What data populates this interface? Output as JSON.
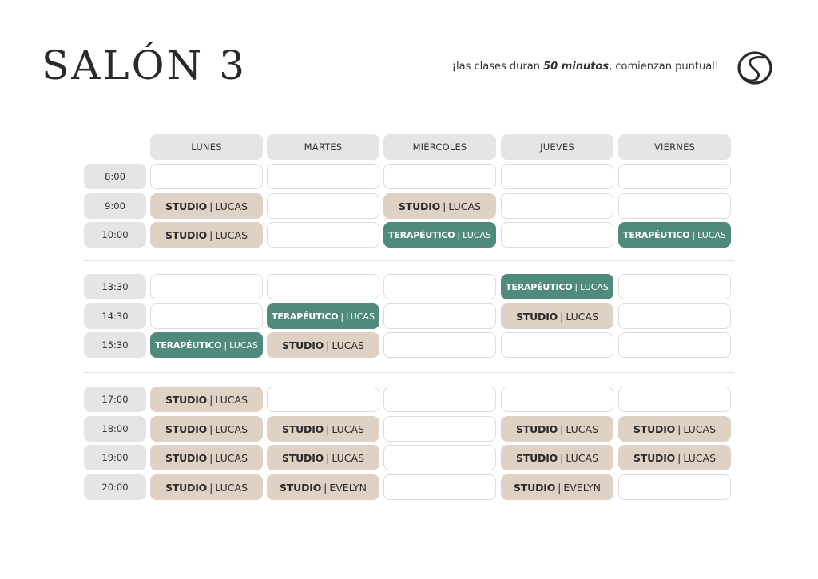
{
  "header": {
    "title": "SALÓN 3",
    "tagline_pre": "¡las clases duran ",
    "tagline_bold": "50 minutos",
    "tagline_post": ", comienzan puntual!",
    "logo_icon": "studio-s-logo-icon"
  },
  "colors": {
    "studio": "#dfd1c4",
    "terapeutico": "#4f8a7d",
    "header_bg": "#e5e5e5",
    "empty_border": "#dcdcdc"
  },
  "days": [
    "LUNES",
    "MARTES",
    "MIÉRCOLES",
    "JUEVES",
    "VIERNES"
  ],
  "blocks": [
    {
      "rows": [
        {
          "time": "8:00",
          "slots": [
            null,
            null,
            null,
            null,
            null
          ]
        },
        {
          "time": "9:00",
          "slots": [
            {
              "kind": "STUDIO",
              "instructor": "LUCAS"
            },
            null,
            {
              "kind": "STUDIO",
              "instructor": "LUCAS"
            },
            null,
            null
          ]
        },
        {
          "time": "10:00",
          "slots": [
            {
              "kind": "STUDIO",
              "instructor": "LUCAS"
            },
            null,
            {
              "kind": "TERAPÉUTICO",
              "instructor": "LUCAS"
            },
            null,
            {
              "kind": "TERAPÉUTICO",
              "instructor": "LUCAS"
            }
          ]
        }
      ]
    },
    {
      "rows": [
        {
          "time": "13:30",
          "slots": [
            null,
            null,
            null,
            {
              "kind": "TERAPÉUTICO",
              "instructor": "LUCAS"
            },
            null
          ]
        },
        {
          "time": "14:30",
          "slots": [
            null,
            {
              "kind": "TERAPÉUTICO",
              "instructor": "LUCAS"
            },
            null,
            {
              "kind": "STUDIO",
              "instructor": "LUCAS"
            },
            null
          ]
        },
        {
          "time": "15:30",
          "slots": [
            {
              "kind": "TERAPÉUTICO",
              "instructor": "LUCAS"
            },
            {
              "kind": "STUDIO",
              "instructor": "LUCAS"
            },
            null,
            null,
            null
          ]
        }
      ]
    },
    {
      "rows": [
        {
          "time": "17:00",
          "slots": [
            {
              "kind": "STUDIO",
              "instructor": "LUCAS"
            },
            null,
            null,
            null,
            null
          ]
        },
        {
          "time": "18:00",
          "slots": [
            {
              "kind": "STUDIO",
              "instructor": "LUCAS"
            },
            {
              "kind": "STUDIO",
              "instructor": "LUCAS"
            },
            null,
            {
              "kind": "STUDIO",
              "instructor": "LUCAS"
            },
            {
              "kind": "STUDIO",
              "instructor": "LUCAS"
            }
          ]
        },
        {
          "time": "19:00",
          "slots": [
            {
              "kind": "STUDIO",
              "instructor": "LUCAS"
            },
            {
              "kind": "STUDIO",
              "instructor": "LUCAS"
            },
            null,
            {
              "kind": "STUDIO",
              "instructor": "LUCAS"
            },
            {
              "kind": "STUDIO",
              "instructor": "LUCAS"
            }
          ]
        },
        {
          "time": "20:00",
          "slots": [
            {
              "kind": "STUDIO",
              "instructor": "LUCAS"
            },
            {
              "kind": "STUDIO",
              "instructor": "EVELYN"
            },
            null,
            {
              "kind": "STUDIO",
              "instructor": "EVELYN"
            },
            null
          ]
        }
      ]
    }
  ]
}
